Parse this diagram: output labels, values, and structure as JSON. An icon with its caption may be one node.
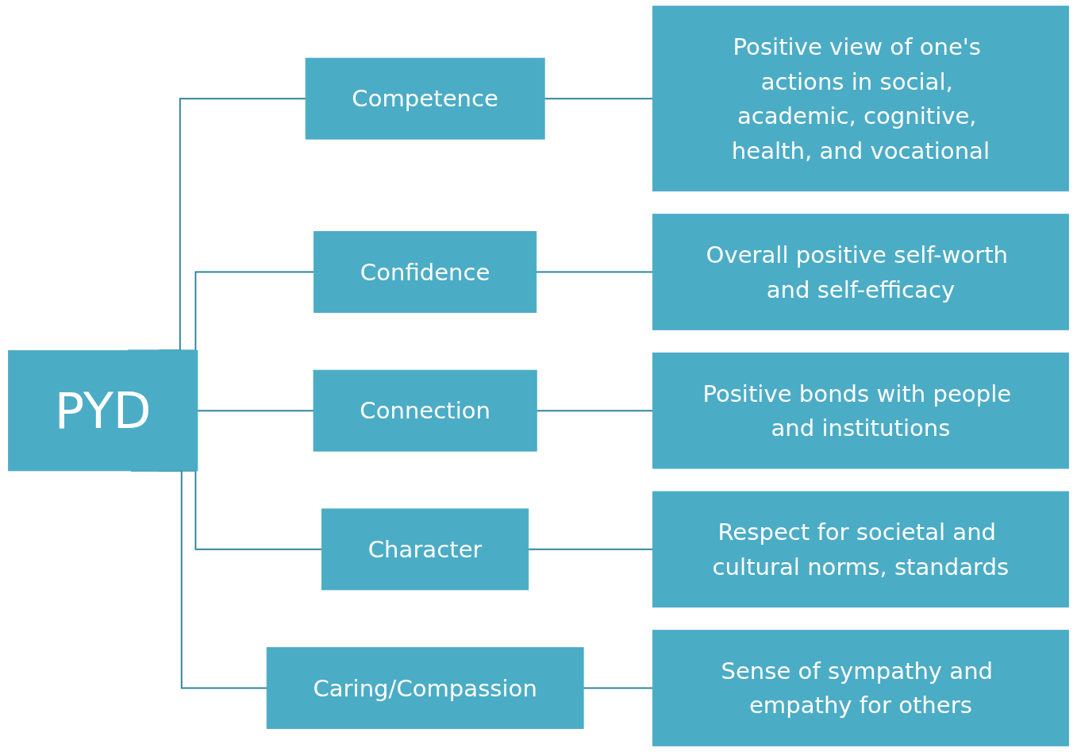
{
  "diagram": {
    "nodes": [
      {
        "text": [
          "PYD"
        ]
      },
      {
        "text": [
          "Competence"
        ]
      },
      {
        "text": [
          "Positive view of one's actions in social, academic, cognitive, health, and vocational"
        ]
      },
      {
        "text": [
          "Confidence"
        ]
      },
      {
        "text": [
          "Overall positive self-worth and self-efficacy"
        ]
      },
      {
        "text": [
          "Connection"
        ]
      },
      {
        "text": [
          "Positive bonds with people and institutions"
        ]
      },
      {
        "text": [
          "Character"
        ]
      },
      {
        "text": [
          "Respect for societal and cultural norms, standards"
        ]
      },
      {
        "text": [
          "Caring/Compassion"
        ]
      },
      {
        "text": [
          "Sense of sympathy and empathy for others"
        ]
      }
    ],
    "edges": [
      {
        "from": 0,
        "to": 1,
        "arrow": "none"
      },
      {
        "from": 1,
        "to": 2,
        "arrow": "none"
      },
      {
        "from": 0,
        "to": 3,
        "arrow": "none"
      },
      {
        "from": 3,
        "to": 4,
        "arrow": "none"
      },
      {
        "from": 0,
        "to": 5,
        "arrow": "none"
      },
      {
        "from": 5,
        "to": 6,
        "arrow": "none"
      },
      {
        "from": 0,
        "to": 7,
        "arrow": "none"
      },
      {
        "from": 7,
        "to": 8,
        "arrow": "none"
      },
      {
        "from": 0,
        "to": 9,
        "arrow": "none"
      },
      {
        "from": 9,
        "to": 10,
        "arrow": "none"
      }
    ]
  }
}
